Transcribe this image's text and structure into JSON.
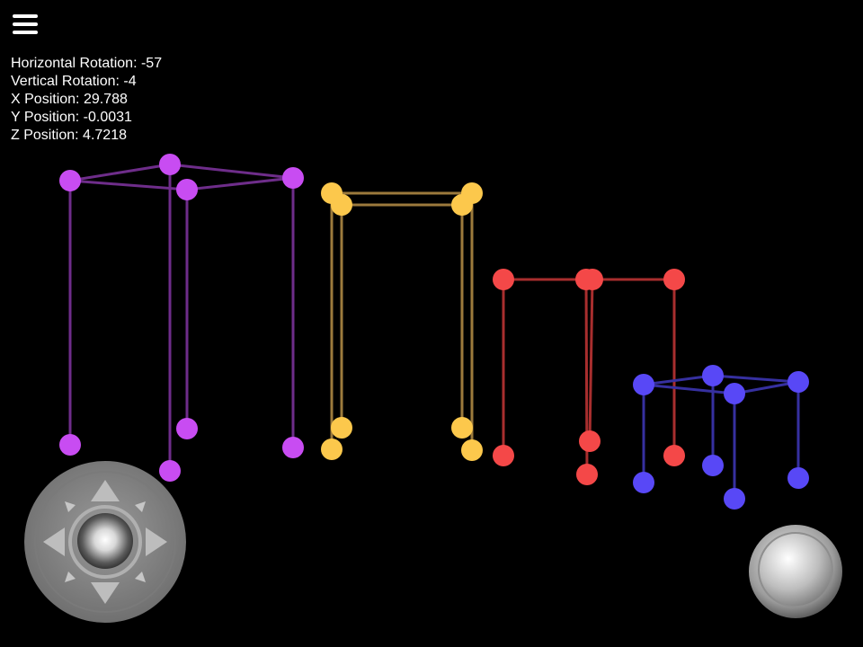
{
  "hud": {
    "horizontal_rotation_label": "Horizontal Rotation:",
    "horizontal_rotation": "-57",
    "vertical_rotation_label": "Vertical Rotation:",
    "vertical_rotation": "-4",
    "x_position_label": "X Position:",
    "x_position": "29.788",
    "y_position_label": "Y Position:",
    "y_position": "-0.0031",
    "z_position_label": "Z Position:",
    "z_position": "4.7218"
  },
  "colors": {
    "background": "#000000",
    "purple_node": "#c84cf2",
    "purple_edge": "#6e2d8a",
    "yellow_node": "#fcc84c",
    "yellow_edge": "#9c7a3c",
    "red_node": "#f44848",
    "red_edge": "#a82e2e",
    "blue_node": "#5848f6",
    "blue_edge": "#3630a0",
    "control_grey": "#8a8a8a"
  },
  "icons": {
    "menu": "hamburger-icon",
    "joystick": "dpad-joystick-icon",
    "action": "round-action-button-icon"
  }
}
